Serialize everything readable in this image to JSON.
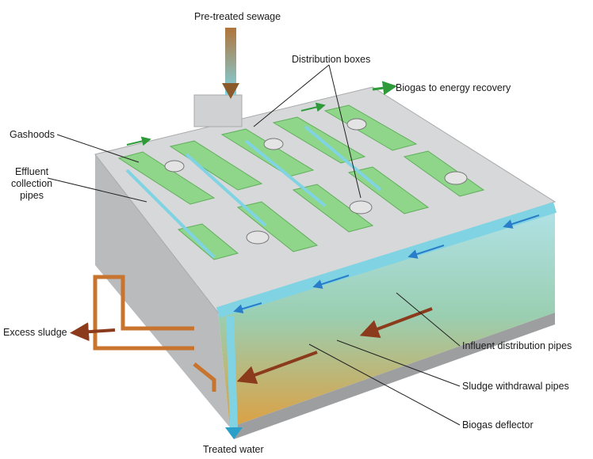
{
  "title": "UASB anaerobic reactor diagram",
  "labels": {
    "pre_treated_sewage": "Pre-treated sewage",
    "distribution_boxes": "Distribution boxes",
    "biogas_recovery": "Biogas to energy recovery",
    "gashoods": "Gashoods",
    "effluent_1": "Effluent",
    "effluent_2": "collection",
    "effluent_3": "pipes",
    "excess_sludge": "Excess sludge",
    "influent_pipes": "Influent distribution pipes",
    "sludge_withdrawal": "Sludge withdrawal pipes",
    "biogas_deflector": "Biogas deflector",
    "treated_water": "Treated water"
  },
  "colors": {
    "tank": "#c9cbcc",
    "gashood": "#8fd68a",
    "water_pipe": "#7fd3e3",
    "sludge": "#c8732e",
    "arrow_green": "#2e9a3a",
    "arrow_blue": "#2a7ec9",
    "arrow_brown": "#8b3a1c"
  }
}
